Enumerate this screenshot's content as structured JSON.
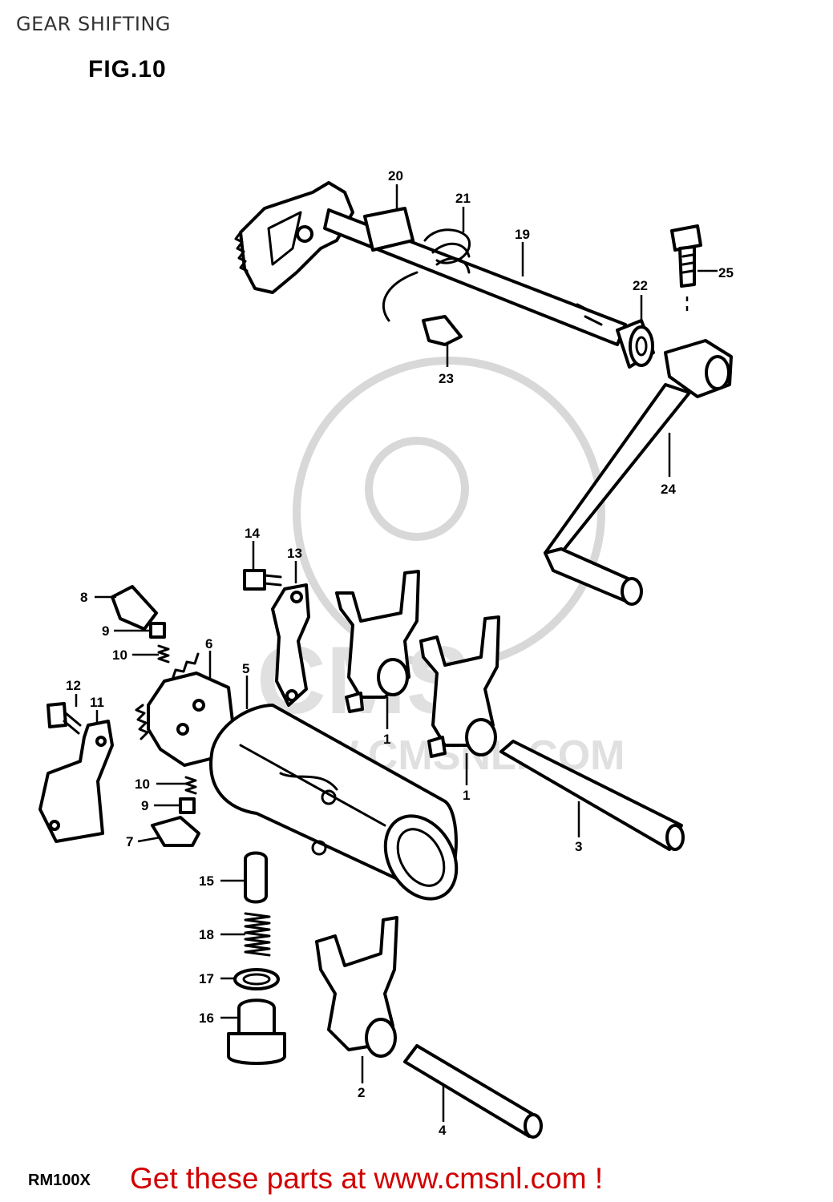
{
  "header": {
    "title": "GEAR SHIFTING",
    "figure": "FIG.10"
  },
  "footer": {
    "model": "RM100X",
    "link_text": "Get these parts at www.cmsnl.com !"
  },
  "watermark": {
    "text": "WWW.CMSNL.COM",
    "brand": "CMS"
  },
  "callouts": [
    "1",
    "1",
    "2",
    "3",
    "4",
    "5",
    "6",
    "7",
    "8",
    "9",
    "9",
    "10",
    "10",
    "11",
    "12",
    "13",
    "14",
    "15",
    "16",
    "17",
    "18",
    "19",
    "20",
    "21",
    "22",
    "23",
    "24",
    "25"
  ]
}
